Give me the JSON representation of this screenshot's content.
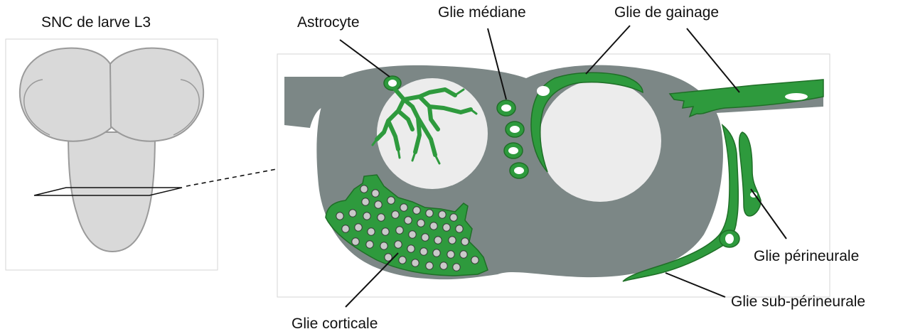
{
  "labels": {
    "cns_title": "SNC de larve L3",
    "astrocyte": "Astrocyte",
    "median_glia": "Glie médiane",
    "ensheathing_glia": "Glie de gainage",
    "perineurial_glia": "Glie périneurale",
    "subperineurial_glia": "Glie sub-périneurale",
    "cortical_glia": "Glie corticale"
  },
  "colors": {
    "glia_green": "#2e9a3d",
    "glia_dark_outline": "#1f6e27",
    "tissue_grey": "#7c8786",
    "neuropil_light": "#ececec",
    "brain_fill": "#d9d9d9",
    "brain_outline": "#9a9a9a",
    "frame": "#d6d6d6",
    "text": "#111111"
  }
}
